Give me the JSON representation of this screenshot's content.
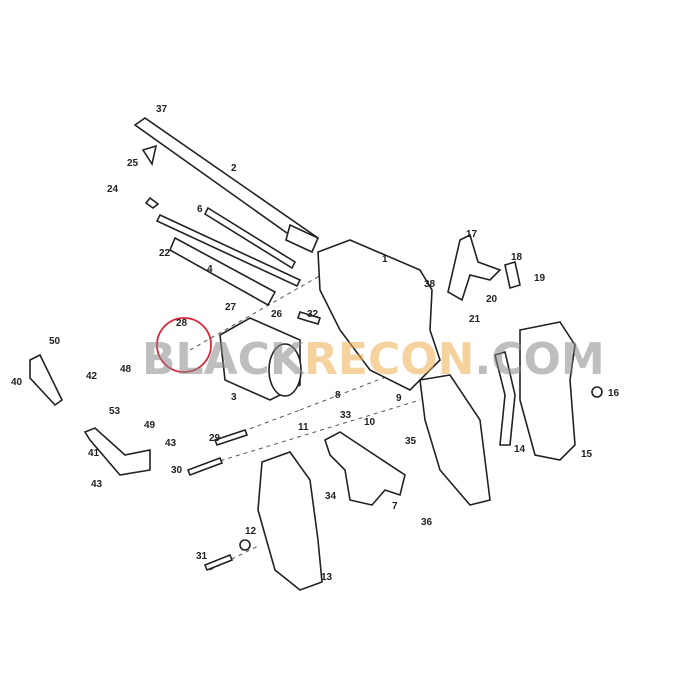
{
  "diagram": {
    "part_labels": [
      "37",
      "2",
      "25",
      "24",
      "6",
      "22",
      "4",
      "1",
      "17",
      "18",
      "19",
      "38",
      "20",
      "21",
      "27",
      "26",
      "32",
      "28",
      "50",
      "40",
      "42",
      "48",
      "53",
      "49",
      "43",
      "41",
      "43",
      "3",
      "8",
      "33",
      "9",
      "11",
      "10",
      "29",
      "30",
      "35",
      "34",
      "7",
      "36",
      "14",
      "15",
      "16",
      "12",
      "13",
      "31"
    ],
    "highlight_part": "28",
    "highlight_color": "#d9263a",
    "watermark": {
      "part1": "BLACK",
      "part2": "RECON",
      "part3": ".COM",
      "colors": [
        "#8a8a8a",
        "#f0b050",
        "#8a8a8a"
      ]
    }
  }
}
